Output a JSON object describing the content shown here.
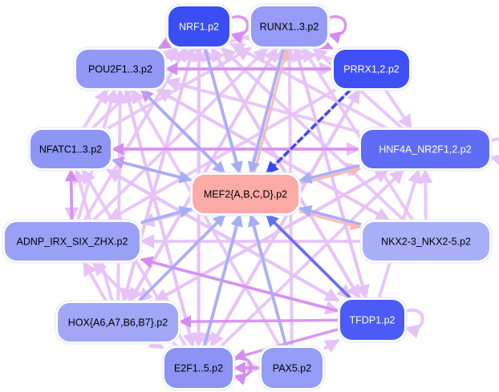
{
  "title": "MEF2{A,B,C,D}.p2 regulatory network",
  "colors": {
    "edge_default": "#e6c2f7",
    "edge_strong": "#d58cf0",
    "edge_target_blue_light": "#a4aef5",
    "edge_target_blue_dark": "#3a48f0",
    "edge_salmon": "#f8b8b0",
    "node_center": "#fbaaa6",
    "node_border": "#e3e6fb"
  },
  "nodes": [
    {
      "id": "NRF1",
      "label": "NRF1.p2",
      "fill": "#3b4df5",
      "text_color": "#ffffff"
    },
    {
      "id": "RUNX",
      "label": "RUNX1..3.p2",
      "fill": "#959bf6",
      "text_color": "#000000"
    },
    {
      "id": "POU2F",
      "label": "POU2F1..3.p2",
      "fill": "#9198f6",
      "text_color": "#000000"
    },
    {
      "id": "PRRX",
      "label": "PRRX1,2.p2",
      "fill": "#3e4ff5",
      "text_color": "#ffffff"
    },
    {
      "id": "NFATC",
      "label": "NFATC1..3.p2",
      "fill": "#8d95f5",
      "text_color": "#000000"
    },
    {
      "id": "HNF4A",
      "label": "HNF4A_NR2F1,2.p2",
      "fill": "#5f6cf5",
      "text_color": "#ffffff"
    },
    {
      "id": "MEF2",
      "label": "MEF2{A,B,C,D}.p2",
      "fill": "#fbaaa6",
      "text_color": "#000000"
    },
    {
      "id": "ADNP",
      "label": "ADNP_IRX_SIX_ZHX.p2",
      "fill": "#9aa0f6",
      "text_color": "#000000"
    },
    {
      "id": "NKX2",
      "label": "NKX2-3_NKX2-5.p2",
      "fill": "#a9aff7",
      "text_color": "#000000"
    },
    {
      "id": "HOX",
      "label": "HOX{A6,A7,B6,B7}.p2",
      "fill": "#a1a7f6",
      "text_color": "#000000"
    },
    {
      "id": "TFDP1",
      "label": "TFDP1.p2",
      "fill": "#4c5bf5",
      "text_color": "#ffffff"
    },
    {
      "id": "E2F",
      "label": "E2F1..5.p2",
      "fill": "#8c93f5",
      "text_color": "#000000"
    },
    {
      "id": "PAX5",
      "label": "PAX5.p2",
      "fill": "#959cf6",
      "text_color": "#000000"
    }
  ],
  "edges": [
    {
      "from": "NRF1",
      "to": "MEF2",
      "kind": "blue_light"
    },
    {
      "from": "RUNX",
      "to": "MEF2",
      "kind": "blue_light"
    },
    {
      "from": "MEF2",
      "to": "RUNX",
      "kind": "salmon"
    },
    {
      "from": "POU2F",
      "to": "MEF2",
      "kind": "blue_light"
    },
    {
      "from": "PRRX",
      "to": "MEF2",
      "kind": "blue_dark_dashed"
    },
    {
      "from": "NFATC",
      "to": "MEF2",
      "kind": "blue_light"
    },
    {
      "from": "HNF4A",
      "to": "MEF2",
      "kind": "blue_light"
    },
    {
      "from": "MEF2",
      "to": "HNF4A",
      "kind": "salmon"
    },
    {
      "from": "ADNP",
      "to": "MEF2",
      "kind": "blue_light"
    },
    {
      "from": "NKX2",
      "to": "MEF2",
      "kind": "blue_light"
    },
    {
      "from": "MEF2",
      "to": "NKX2",
      "kind": "salmon"
    },
    {
      "from": "HOX",
      "to": "MEF2",
      "kind": "blue_light"
    },
    {
      "from": "TFDP1",
      "to": "MEF2",
      "kind": "blue_medium"
    },
    {
      "from": "E2F",
      "to": "MEF2",
      "kind": "blue_light"
    },
    {
      "from": "PAX5",
      "to": "MEF2",
      "kind": "blue_light"
    },
    {
      "from": "NRF1",
      "to": "NRF1",
      "kind": "strong"
    },
    {
      "from": "RUNX",
      "to": "RUNX",
      "kind": "strong"
    },
    {
      "from": "HNF4A",
      "to": "HNF4A",
      "kind": "default"
    },
    {
      "from": "TFDP1",
      "to": "TFDP1",
      "kind": "default"
    },
    {
      "from": "E2F",
      "to": "E2F",
      "kind": "strong"
    },
    {
      "from": "PRRX",
      "to": "HNF4A",
      "kind": "default"
    },
    {
      "from": "NKX2",
      "to": "HNF4A",
      "kind": "default"
    },
    {
      "from": "NFATC",
      "to": "ADNP",
      "kind": "default"
    },
    {
      "from": "HOX",
      "to": "ADNP",
      "kind": "default"
    },
    {
      "from": "PRRX",
      "to": "POU2F",
      "kind": "strong"
    },
    {
      "from": "POU2F",
      "to": "PRRX",
      "kind": "default"
    },
    {
      "from": "TFDP1",
      "to": "E2F",
      "kind": "strong"
    },
    {
      "from": "TFDP1",
      "to": "ADNP",
      "kind": "strong"
    },
    {
      "from": "TFDP1",
      "to": "HOX",
      "kind": "strong"
    },
    {
      "from": "TFDP1",
      "to": "POU2F",
      "kind": "strong"
    },
    {
      "from": "TFDP1",
      "to": "NRF1",
      "kind": "default"
    },
    {
      "from": "TFDP1",
      "to": "RUNX",
      "kind": "default"
    },
    {
      "from": "TFDP1",
      "to": "NFATC",
      "kind": "default"
    },
    {
      "from": "E2F",
      "to": "NRF1",
      "kind": "default"
    },
    {
      "from": "E2F",
      "to": "RUNX",
      "kind": "default"
    },
    {
      "from": "E2F",
      "to": "POU2F",
      "kind": "default"
    },
    {
      "from": "E2F",
      "to": "PRRX",
      "kind": "default"
    },
    {
      "from": "E2F",
      "to": "HNF4A",
      "kind": "default"
    },
    {
      "from": "E2F",
      "to": "NFATC",
      "kind": "default"
    },
    {
      "from": "E2F",
      "to": "PAX5",
      "kind": "default"
    },
    {
      "from": "PAX5",
      "to": "E2F",
      "kind": "strong"
    },
    {
      "from": "PAX5",
      "to": "RUNX",
      "kind": "default"
    },
    {
      "from": "PAX5",
      "to": "POU2F",
      "kind": "default"
    },
    {
      "from": "PAX5",
      "to": "NRF1",
      "kind": "default"
    },
    {
      "from": "PAX5",
      "to": "TFDP1",
      "kind": "default"
    },
    {
      "from": "HOX",
      "to": "RUNX",
      "kind": "default"
    },
    {
      "from": "HOX",
      "to": "NRF1",
      "kind": "default"
    },
    {
      "from": "HOX",
      "to": "POU2F",
      "kind": "default"
    },
    {
      "from": "HOX",
      "to": "HNF4A",
      "kind": "default"
    },
    {
      "from": "HOX",
      "to": "NFATC",
      "kind": "default"
    },
    {
      "from": "ADNP",
      "to": "RUNX",
      "kind": "default"
    },
    {
      "from": "ADNP",
      "to": "POU2F",
      "kind": "default"
    },
    {
      "from": "ADNP",
      "to": "NRF1",
      "kind": "default"
    },
    {
      "from": "ADNP",
      "to": "HNF4A",
      "kind": "default"
    },
    {
      "from": "ADNP",
      "to": "NFATC",
      "kind": "strong"
    },
    {
      "from": "NFATC",
      "to": "RUNX",
      "kind": "default"
    },
    {
      "from": "NFATC",
      "to": "NRF1",
      "kind": "default"
    },
    {
      "from": "NFATC",
      "to": "HNF4A",
      "kind": "default"
    },
    {
      "from": "NFATC",
      "to": "POU2F",
      "kind": "default"
    },
    {
      "from": "NKX2",
      "to": "RUNX",
      "kind": "default"
    },
    {
      "from": "NKX2",
      "to": "POU2F",
      "kind": "default"
    },
    {
      "from": "NKX2",
      "to": "NRF1",
      "kind": "default"
    },
    {
      "from": "NKX2",
      "to": "NFATC",
      "kind": "strong"
    },
    {
      "from": "NKX2",
      "to": "ADNP",
      "kind": "default"
    },
    {
      "from": "HNF4A",
      "to": "POU2F",
      "kind": "default"
    },
    {
      "from": "HNF4A",
      "to": "RUNX",
      "kind": "default"
    },
    {
      "from": "HNF4A",
      "to": "NRF1",
      "kind": "default"
    },
    {
      "from": "HNF4A",
      "to": "NFATC",
      "kind": "strong"
    },
    {
      "from": "HNF4A",
      "to": "ADNP",
      "kind": "default"
    },
    {
      "from": "HNF4A",
      "to": "HOX",
      "kind": "default"
    },
    {
      "from": "RUNX",
      "to": "POU2F",
      "kind": "default"
    },
    {
      "from": "RUNX",
      "to": "E2F",
      "kind": "default"
    },
    {
      "from": "RUNX",
      "to": "TFDP1",
      "kind": "default"
    },
    {
      "from": "RUNX",
      "to": "HOX",
      "kind": "default"
    },
    {
      "from": "RUNX",
      "to": "PRRX",
      "kind": "strong"
    },
    {
      "from": "NRF1",
      "to": "POU2F",
      "kind": "strong"
    },
    {
      "from": "NRF1",
      "to": "HOX",
      "kind": "default"
    },
    {
      "from": "NRF1",
      "to": "E2F",
      "kind": "default"
    },
    {
      "from": "NRF1",
      "to": "TFDP1",
      "kind": "default"
    },
    {
      "from": "POU2F",
      "to": "TFDP1",
      "kind": "default"
    },
    {
      "from": "POU2F",
      "to": "E2F",
      "kind": "default"
    },
    {
      "from": "POU2F",
      "to": "NKX2",
      "kind": "default"
    },
    {
      "from": "PRRX",
      "to": "E2F",
      "kind": "default"
    },
    {
      "from": "PRRX",
      "to": "HOX",
      "kind": "default"
    },
    {
      "from": "PRRX",
      "to": "ADNP",
      "kind": "default"
    },
    {
      "from": "PRRX",
      "to": "NRF1",
      "kind": "default"
    },
    {
      "from": "TFDP1",
      "to": "HNF4A",
      "kind": "default"
    },
    {
      "from": "HOX",
      "to": "E2F",
      "kind": "default"
    },
    {
      "from": "ADNP",
      "to": "TFDP1",
      "kind": "default"
    },
    {
      "from": "E2F",
      "to": "ADNP",
      "kind": "default"
    },
    {
      "from": "NFATC",
      "to": "TFDP1",
      "kind": "default"
    }
  ]
}
